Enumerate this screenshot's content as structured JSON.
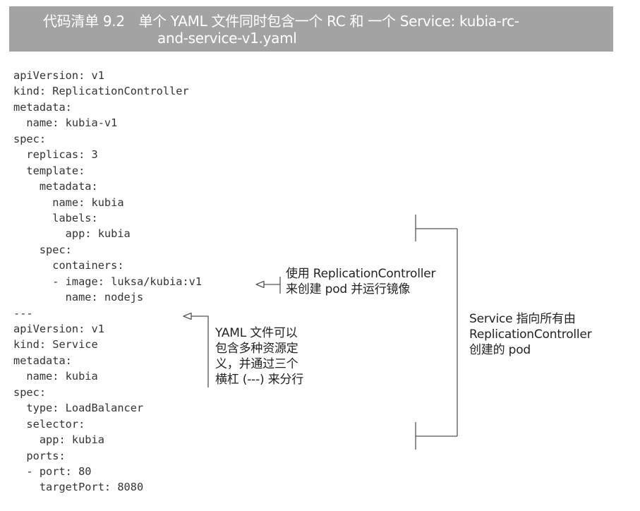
{
  "listing": {
    "title_line1": "代码清单 9.2　单个 YAML 文件同时包含一个 RC 和 一个 Service: kubia-rc-",
    "title_line2": "and-service-v1.yaml"
  },
  "code_lines": [
    "apiVersion: v1",
    "kind: ReplicationController",
    "metadata:",
    "  name: kubia-v1",
    "spec:",
    "  replicas: 3",
    "  template:",
    "    metadata:",
    "      name: kubia",
    "      labels:",
    "        app: kubia",
    "    spec:",
    "      containers:",
    "      - image: luksa/kubia:v1",
    "        name: nodejs",
    "---",
    "apiVersion: v1",
    "kind: Service",
    "metadata:",
    "  name: kubia",
    "spec:",
    "  type: LoadBalancer",
    "  selector:",
    "    app: kubia",
    "  ports:",
    "  - port: 80",
    "    targetPort: 8080"
  ],
  "annotations": {
    "rc_image": [
      "使用 ReplicationController",
      "来创建 pod 并运行镜像"
    ],
    "separator": [
      "YAML 文件可以",
      "包含多种资源定",
      "义，并通过三个",
      "横杠 (---) 来分行"
    ],
    "service": [
      "Service 指向所有由",
      "ReplicationController",
      "创建的 pod"
    ]
  },
  "colors": {
    "header_bg": "#a3a3a3",
    "header_text": "#ffffff",
    "code_text": "#333333",
    "annotation_line": "#555555"
  }
}
